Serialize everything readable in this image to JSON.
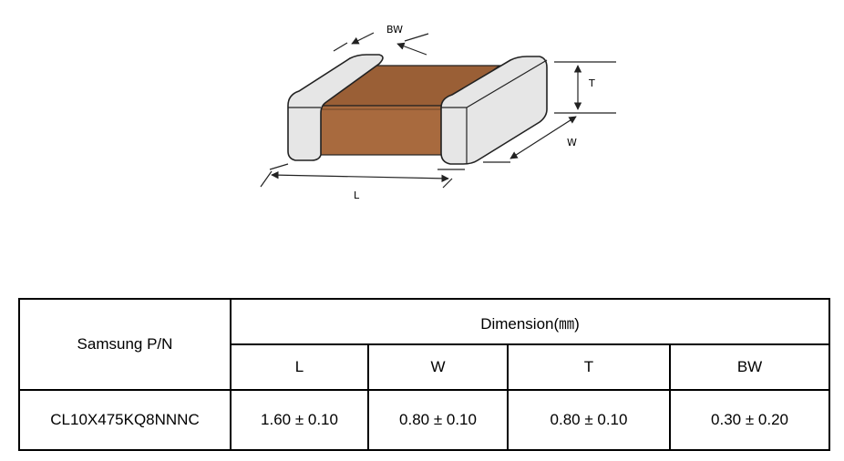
{
  "diagram": {
    "labels": {
      "bw": "BW",
      "t": "T",
      "w": "W",
      "l": "L"
    },
    "colors": {
      "terminal": "#e6e6e6",
      "body": "#a86a3e",
      "body_top": "#9a5f36",
      "outline": "#222222"
    }
  },
  "table": {
    "pn_header": "Samsung P/N",
    "dimension_header": "Dimension(㎜)",
    "columns": [
      "L",
      "W",
      "T",
      "BW"
    ],
    "rows": [
      {
        "pn": "CL10X475KQ8NNNC",
        "values": [
          "1.60 ± 0.10",
          "0.80 ± 0.10",
          "0.80 ± 0.10",
          "0.30 ± 0.20"
        ]
      }
    ]
  }
}
